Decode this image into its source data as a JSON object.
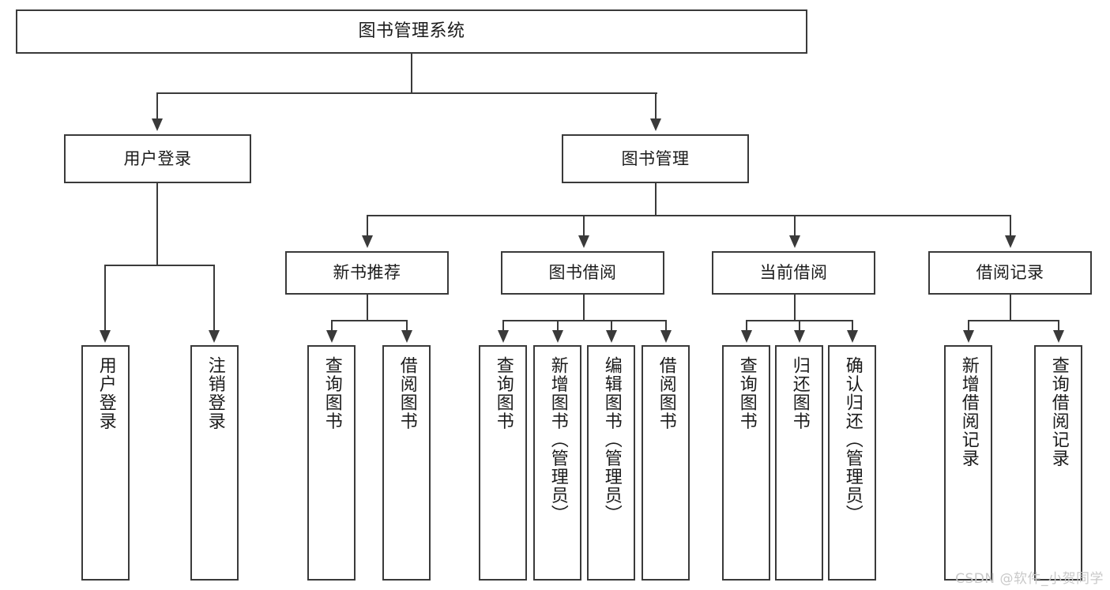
{
  "diagram": {
    "title": "图书管理系统",
    "type": "tree-hierarchy-chart",
    "root": {
      "label": "图书管理系统"
    },
    "level2": [
      {
        "label": "用户登录"
      },
      {
        "label": "图书管理"
      }
    ],
    "level3": [
      {
        "label": "新书推荐"
      },
      {
        "label": "图书借阅"
      },
      {
        "label": "当前借阅"
      },
      {
        "label": "借阅记录"
      }
    ],
    "leaves": {
      "user_login": [
        {
          "label": "用户登录"
        },
        {
          "label": "注销登录"
        }
      ],
      "new_book_recommend": [
        {
          "label": "查询图书"
        },
        {
          "label": "借阅图书"
        }
      ],
      "book_borrow": [
        {
          "label": "查询图书"
        },
        {
          "label": "新增图书（管理员）"
        },
        {
          "label": "编辑图书（管理员）"
        },
        {
          "label": "借阅图书"
        }
      ],
      "current_borrow": [
        {
          "label": "查询图书"
        },
        {
          "label": "归还图书"
        },
        {
          "label": "确认归还（管理员）"
        }
      ],
      "borrow_record": [
        {
          "label": "新增借阅记录"
        },
        {
          "label": "查询借阅记录"
        }
      ]
    }
  },
  "watermark": {
    "text": "CSDN @软件_小贺同学"
  },
  "colors": {
    "stroke": "#3a3a3a",
    "text": "#1b1b1b",
    "background": "#ffffff",
    "watermark": "#c9c9c9"
  }
}
